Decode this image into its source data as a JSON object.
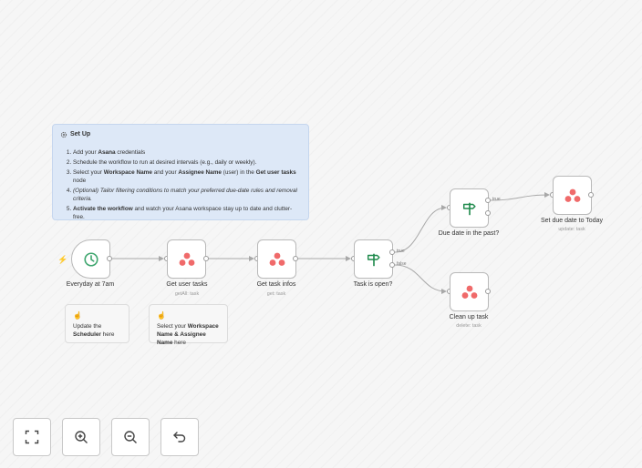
{
  "setup_note": {
    "title": "Set Up",
    "items": [
      {
        "pre": "Add your ",
        "bold": "Asana",
        "post": " credentials"
      },
      {
        "text": "Schedule the workflow to run at desired intervals (e.g., daily or weekly)."
      },
      {
        "pre": "Select your ",
        "bold": "Workspace Name",
        "mid": " and your ",
        "bold2": "Assignee Name",
        "mid2": " (user) in the ",
        "bold3": "Get user tasks",
        "post": " node"
      },
      {
        "italic": "(Optional) Tailor filtering conditions to match your preferred due-date rules and removal criteria."
      },
      {
        "bold": "Activate the workflow",
        "post": " and watch your Asana workspace stay up to date and clutter-free."
      }
    ]
  },
  "scheduler_note": {
    "pre": "Update the ",
    "bold": "Scheduler",
    "post": " here"
  },
  "workspace_note": {
    "pre": "Select your ",
    "bold": "Workspace Name & Assignee Name",
    "post": " here"
  },
  "nodes": {
    "trigger": {
      "label": "Everyday at 7am",
      "icon": "clock-icon"
    },
    "get_user_tasks": {
      "label": "Get user tasks",
      "sub": "getAll: task",
      "icon": "asana-icon"
    },
    "get_task_infos": {
      "label": "Get task infos",
      "sub": "get: task",
      "icon": "asana-icon"
    },
    "task_is_open": {
      "label": "Task is open?",
      "icon": "if-signpost-icon"
    },
    "due_date_past": {
      "label": "Due date in the past?",
      "icon": "if-signpost-icon"
    },
    "set_due_date": {
      "label": "Set due date to Today",
      "sub": "update: task",
      "icon": "asana-icon"
    },
    "clean_up": {
      "label": "Clean up task",
      "sub": "delete: task",
      "icon": "asana-icon"
    }
  },
  "edge_labels": {
    "true1": "true",
    "false1": "false",
    "true2": "true"
  },
  "controls": [
    {
      "name": "fit-view-button",
      "icon": "fit-view-icon"
    },
    {
      "name": "zoom-in-button",
      "icon": "zoom-in-icon"
    },
    {
      "name": "zoom-out-button",
      "icon": "zoom-out-icon"
    },
    {
      "name": "undo-button",
      "icon": "undo-icon"
    }
  ],
  "colors": {
    "asana": "#f06a6a",
    "trigger_green": "#3fa66f",
    "if_green": "#1f8a4c",
    "edge": "#a8a8a8"
  }
}
